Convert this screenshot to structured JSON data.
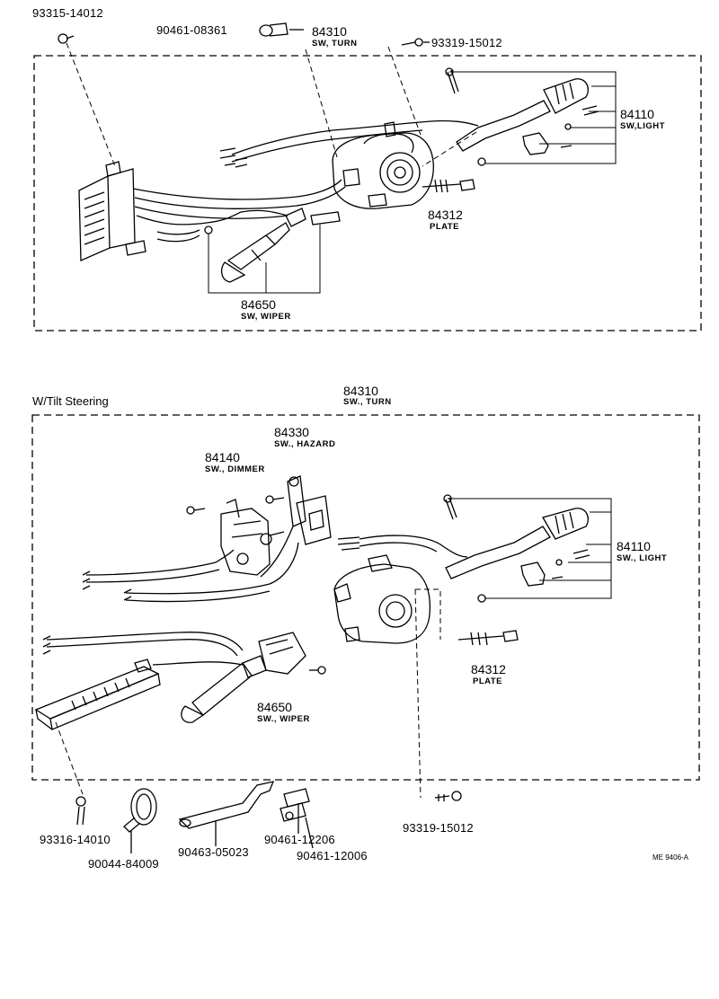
{
  "top_section": {
    "parts": {
      "screw_top_left": "93315-14012",
      "clamp_top": "90461-08361",
      "turn_sw_no": "84310",
      "turn_sw_name": "SW, TURN",
      "screw_top_right": "93319-15012",
      "light_sw_no": "84110",
      "light_sw_name": "SW,LIGHT",
      "plate_no": "84312",
      "plate_name": "PLATE",
      "wiper_no": "84650",
      "wiper_name": "SW, WIPER"
    }
  },
  "tilt_section": {
    "heading": "W/Tilt Steering",
    "parts": {
      "turn_sw_no": "84310",
      "turn_sw_name": "SW., TURN",
      "hazard_no": "84330",
      "hazard_name": "SW., HAZARD",
      "dimmer_no": "84140",
      "dimmer_name": "SW., DIMMER",
      "light_sw_no": "84110",
      "light_sw_name": "SW., LIGHT",
      "plate_no": "84312",
      "plate_name": "PLATE",
      "wiper_no": "84650",
      "wiper_name": "SW., WIPER"
    }
  },
  "bottom_parts": {
    "screw_left": "93316-14010",
    "band": "90044-84009",
    "bracket": "90463-05023",
    "clamp_a": "90461-12206",
    "clamp_b": "90461-12006",
    "screw_right": "93319-15012"
  },
  "drawing_code": "ME 9406-A"
}
